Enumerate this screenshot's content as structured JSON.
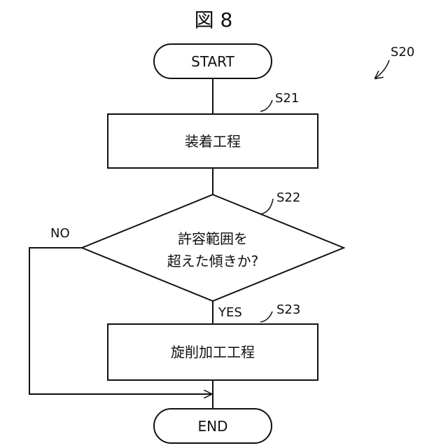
{
  "figure": {
    "title": "図 8",
    "process_ref": "S20"
  },
  "nodes": {
    "start": {
      "label": "START"
    },
    "s21": {
      "step": "S21",
      "label": "装着工程"
    },
    "s22": {
      "step": "S22",
      "lines": [
        "許容範囲を",
        "超えた傾きか?"
      ]
    },
    "s23": {
      "step": "S23",
      "label": "旋削加工工程"
    },
    "end": {
      "label": "END"
    }
  },
  "branches": {
    "yes": "YES",
    "no": "NO"
  }
}
